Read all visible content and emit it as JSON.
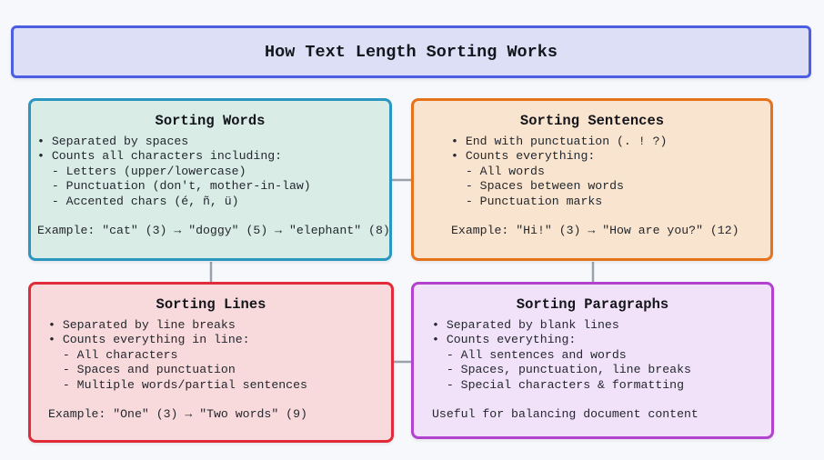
{
  "colors": {
    "page_bg": "#f7f8fb",
    "text": "#23272d",
    "arrow": "#99a2ac"
  },
  "banner": {
    "text": "How Text Length Sorting Works",
    "bg": "#dcdff6",
    "border": "#4c5fe2"
  },
  "boxes": [
    {
      "id": "words",
      "title": "Sorting Words",
      "bg": "#d9ece6",
      "border": "#2b97c0",
      "lines": [
        "• Separated by spaces",
        "• Counts all characters including:",
        "  - Letters (upper/lowercase)",
        "  - Punctuation (don't, mother-in-law)",
        "  - Accented chars (é, ñ, ü)",
        "",
        "Example: \"cat\" (3) → \"doggy\" (5) → \"elephant\" (8)"
      ]
    },
    {
      "id": "sentences",
      "title": "Sorting Sentences",
      "bg": "#f9e4cf",
      "border": "#e5731c",
      "lines": [
        "• End with punctuation (. ! ?)",
        "• Counts everything:",
        "  - All words",
        "  - Spaces between words",
        "  - Punctuation marks",
        "",
        "Example: \"Hi!\" (3) → \"How are you?\" (12)"
      ]
    },
    {
      "id": "lines",
      "title": "Sorting Lines",
      "bg": "#f8dadd",
      "border": "#e12b38",
      "lines": [
        "• Separated by line breaks",
        "• Counts everything in line:",
        "  - All characters",
        "  - Spaces and punctuation",
        "  - Multiple words/partial sentences",
        "",
        "Example: \"One\" (3) → \"Two words\" (9)"
      ]
    },
    {
      "id": "paragraphs",
      "title": "Sorting Paragraphs",
      "bg": "#f1e2f9",
      "border": "#b243cf",
      "lines": [
        "• Separated by blank lines",
        "• Counts everything:",
        "  - All sentences and words",
        "  - Spaces, punctuation, line breaks",
        "  - Special characters & formatting",
        "",
        "Useful for balancing document content"
      ]
    }
  ]
}
